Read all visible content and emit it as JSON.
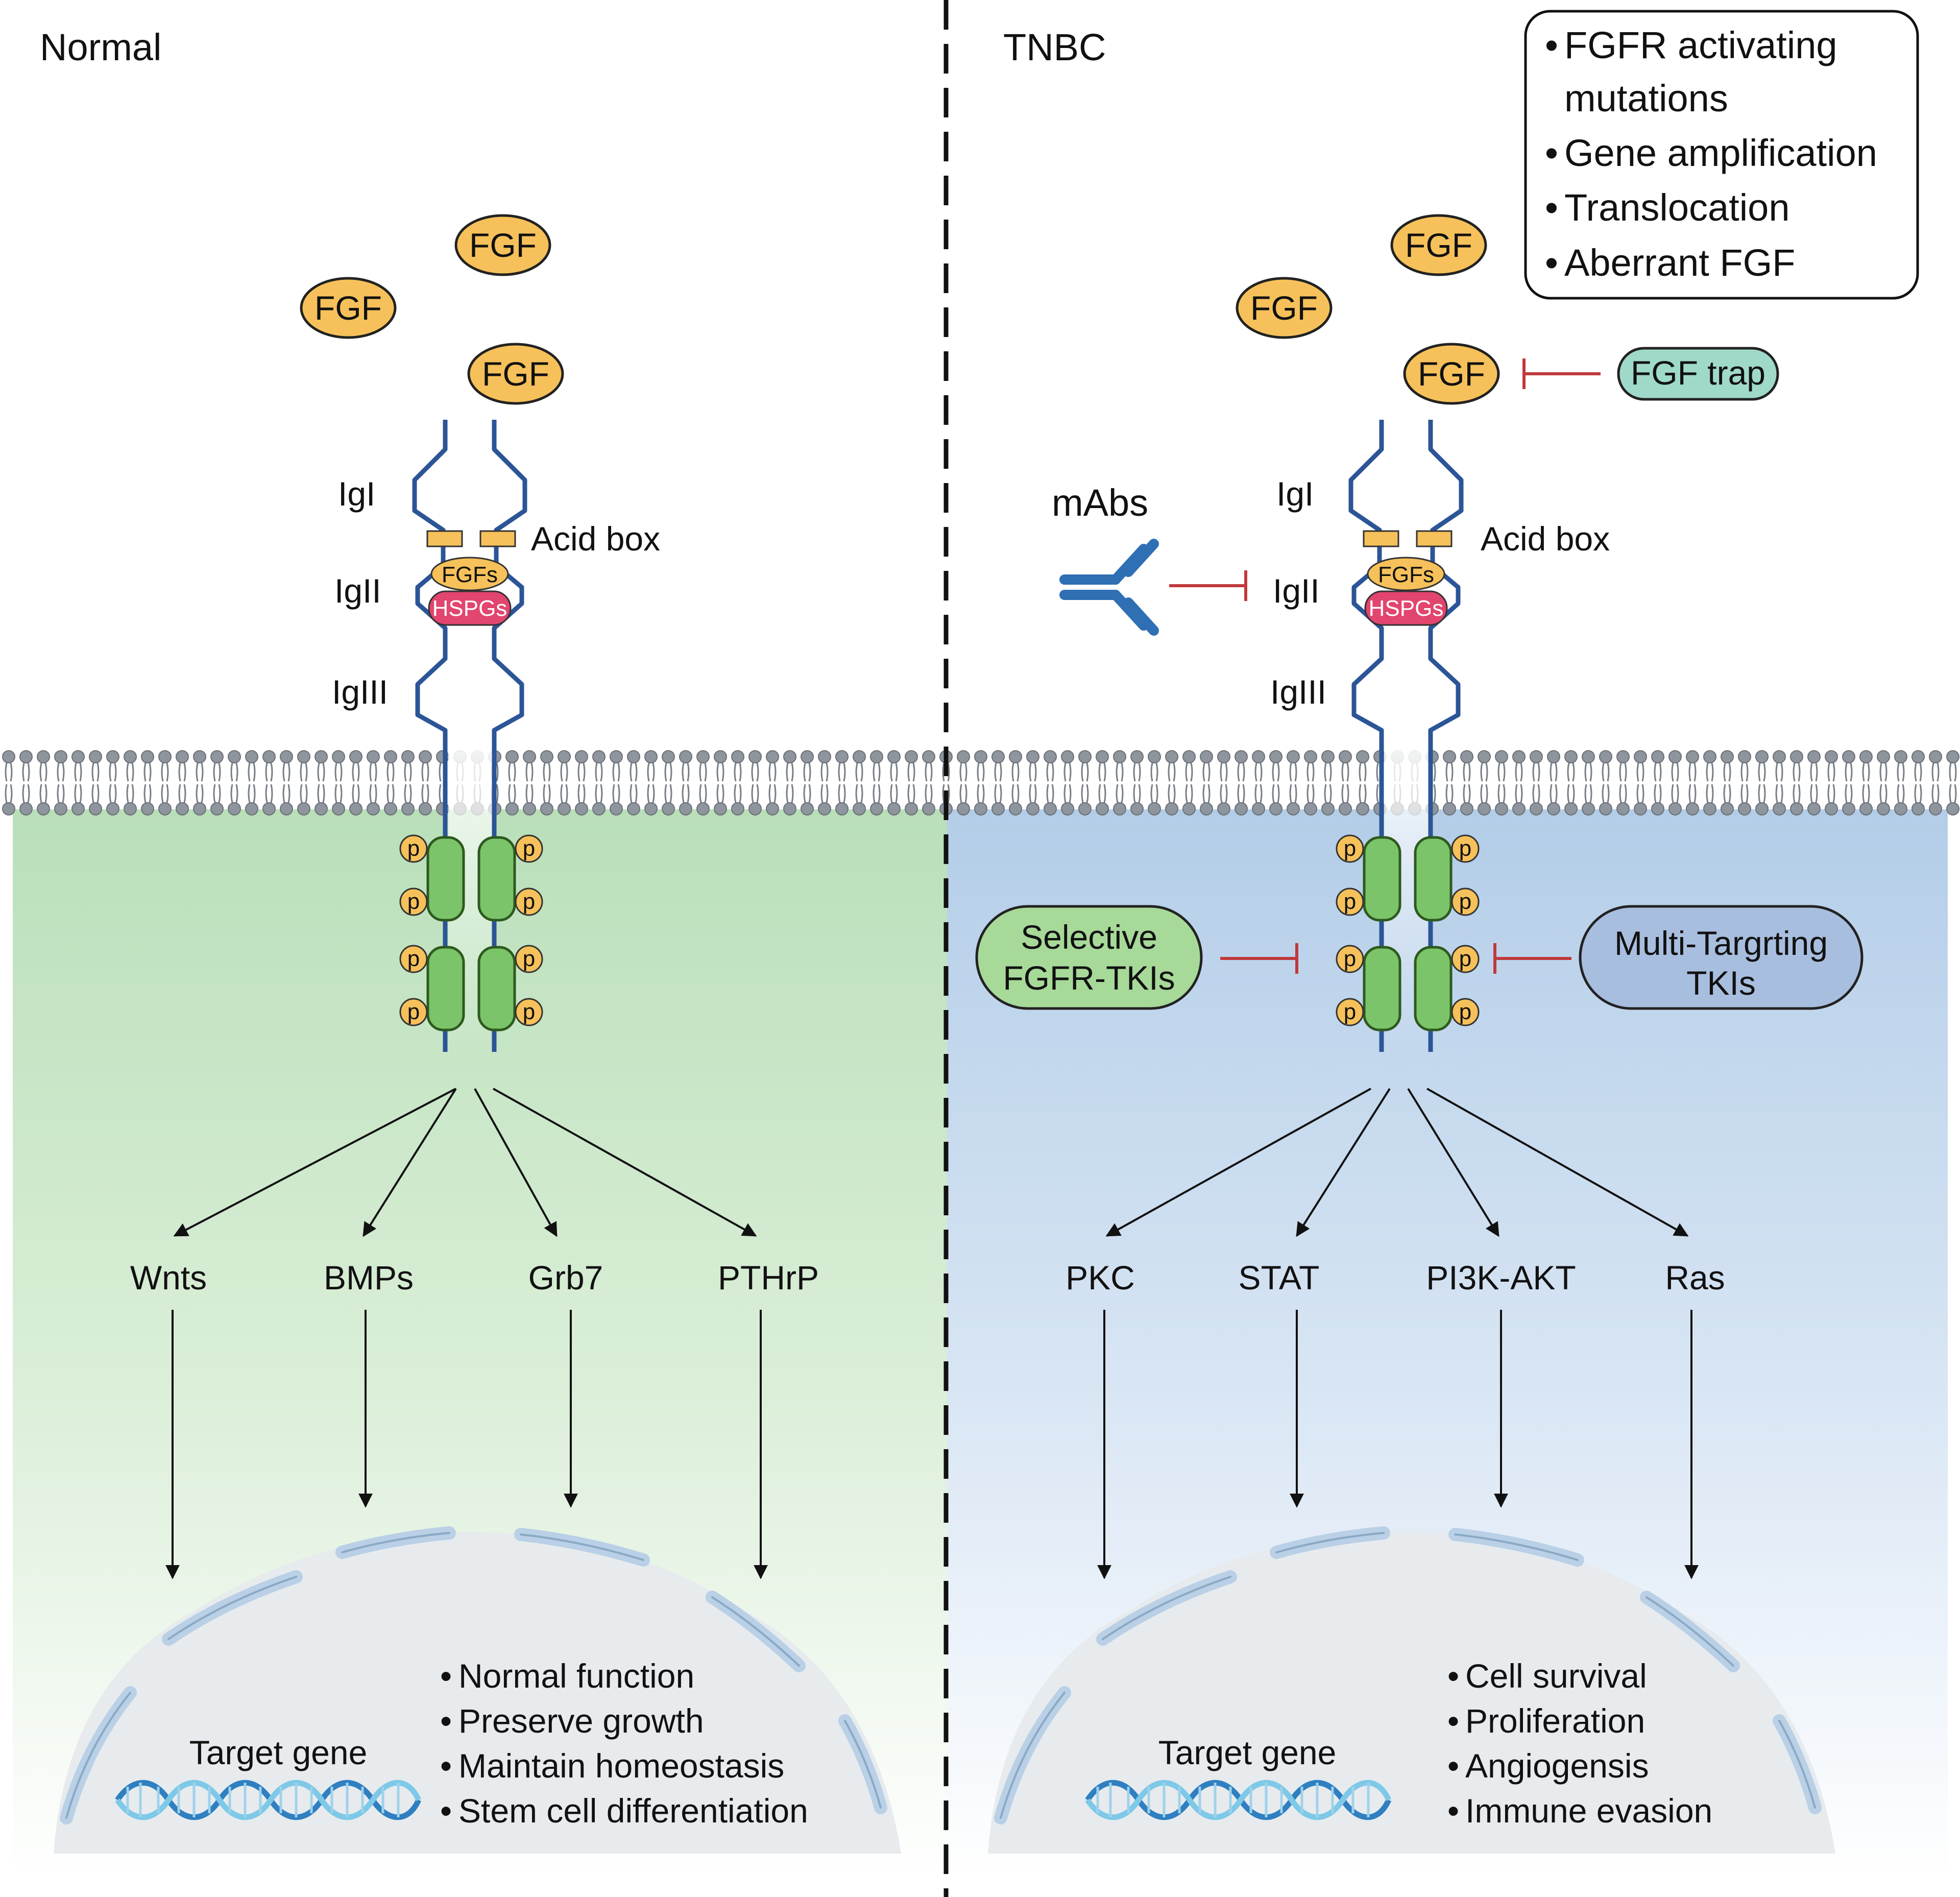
{
  "panels": {
    "normal": {
      "title": "Normal",
      "ligands": [
        "FGF",
        "FGF",
        "FGF"
      ],
      "domains": {
        "igI": "IgI",
        "igII": "IgII",
        "igIII": "IgIII",
        "acid_box": "Acid box",
        "fgfs": "FGFs",
        "hspgs": "HSPGs"
      },
      "phospho": "p",
      "pathways": [
        "Wnts",
        "BMPs",
        "Grb7",
        "PTHrP"
      ],
      "nucleus_label": "Target gene",
      "outcomes": [
        "Normal function",
        "Preserve growth",
        "Maintain homeostasis",
        "Stem cell differentiation"
      ]
    },
    "tnbc": {
      "title": "TNBC",
      "ligands": [
        "FGF",
        "FGF",
        "FGF"
      ],
      "domains": {
        "igI": "IgI",
        "igII": "IgII",
        "igIII": "IgIII",
        "acid_box": "Acid box",
        "fgfs": "FGFs",
        "hspgs": "HSPGs"
      },
      "phospho": "p",
      "alterations": [
        "FGFR activating mutations",
        "Gene amplification",
        "Translocation",
        "Aberrant FGF"
      ],
      "inhibitors": {
        "fgf_trap": "FGF trap",
        "mabs": "mAbs",
        "selective_line1": "Selective",
        "selective_line2": "FGFR-TKIs",
        "multi_line1": "Multi-Targrting",
        "multi_line2": "TKIs"
      },
      "pathways": [
        "PKC",
        "STAT",
        "PI3K-AKT",
        "Ras"
      ],
      "nucleus_label": "Target gene",
      "outcomes": [
        "Cell survival",
        "Proliferation",
        "Angiogensis",
        "Immune evasion"
      ]
    }
  },
  "colors": {
    "normal_bg": "#b9dfb9",
    "tnbc_bg": "#b3cde8",
    "fgf_fill": "#f6c15a",
    "hspg_fill": "#e2456e",
    "receptor_line": "#2c5597",
    "kinase_fill": "#7cc46a",
    "inhibition": "#c0393b",
    "fgf_trap_fill": "#9fd9c9",
    "selective_fill": "#a7d999",
    "multi_fill": "#a8bedf"
  }
}
